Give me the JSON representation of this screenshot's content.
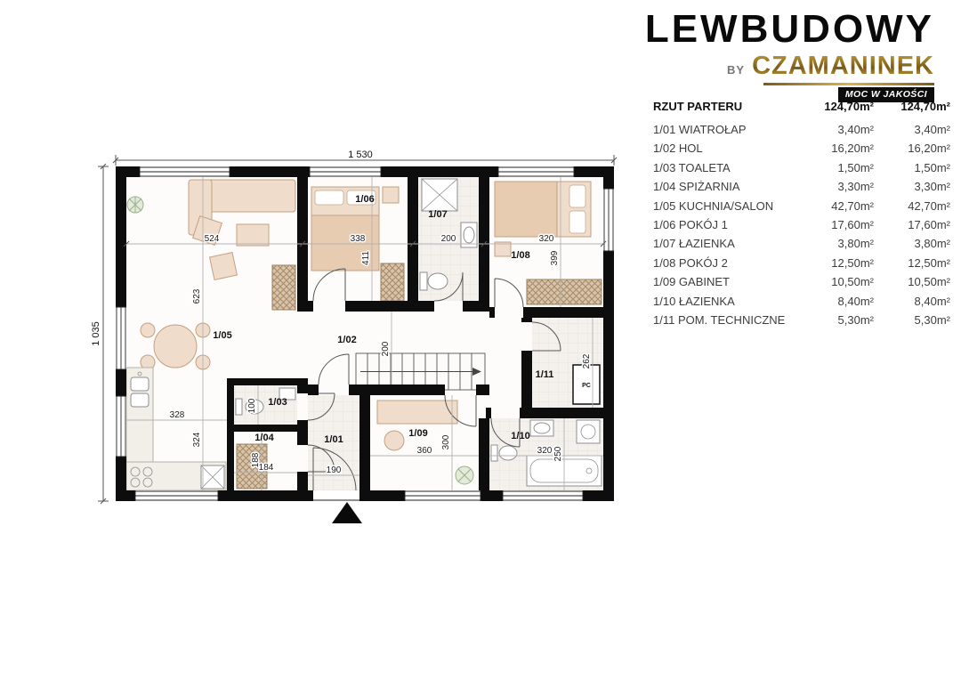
{
  "logo": {
    "title": "LEWBUDOWY",
    "by_label": "BY",
    "brand": "CZAMANINEK",
    "tagline": "MOC W JAKOŚCI",
    "gold": "#b08d2e"
  },
  "legend": {
    "title": "RZUT PARTERU",
    "total_area_col1": "124,70m²",
    "total_area_col2": "124,70m²",
    "rows": [
      {
        "name": "1/01 WIATROŁAP",
        "area1": "3,40m²",
        "area2": "3,40m²"
      },
      {
        "name": "1/02 HOL",
        "area1": "16,20m²",
        "area2": "16,20m²"
      },
      {
        "name": "1/03 TOALETA",
        "area1": "1,50m²",
        "area2": "1,50m²"
      },
      {
        "name": "1/04 SPIŻARNIA",
        "area1": "3,30m²",
        "area2": "3,30m²"
      },
      {
        "name": "1/05 KUCHNIA/SALON",
        "area1": "42,70m²",
        "area2": "42,70m²"
      },
      {
        "name": "1/06 POKÓJ 1",
        "area1": "17,60m²",
        "area2": "17,60m²"
      },
      {
        "name": "1/07 ŁAZIENKA",
        "area1": "3,80m²",
        "area2": "3,80m²"
      },
      {
        "name": "1/08 POKÓJ 2",
        "area1": "12,50m²",
        "area2": "12,50m²"
      },
      {
        "name": "1/09 GABINET",
        "area1": "10,50m²",
        "area2": "10,50m²"
      },
      {
        "name": "1/10 ŁAZIENKA",
        "area1": "8,40m²",
        "area2": "8,40m²"
      },
      {
        "name": "1/11 POM. TECHNICZNE",
        "area1": "5,30m²",
        "area2": "5,30m²"
      }
    ]
  },
  "plan": {
    "overall": {
      "width": "1 530",
      "height": "1 035"
    },
    "room_labels": {
      "r101": "1/01",
      "r102": "1/02",
      "r103": "1/03",
      "r104": "1/04",
      "r105": "1/05",
      "r106": "1/06",
      "r107": "1/07",
      "r108": "1/08",
      "r109": "1/09",
      "r110": "1/10",
      "r111": "1/11"
    },
    "dims": {
      "salon_w": "524",
      "salon_h": "623",
      "kitchen_w": "328",
      "kitchen_h": "324",
      "pokoj1_w": "338",
      "pokoj1_h": "411",
      "lazienka1_w": "200",
      "pokoj2_w": "320",
      "pokoj2_h": "399",
      "hol_h": "200",
      "tech_h": "262",
      "toaleta_h": "100",
      "spizarnia_h": "188",
      "spizarnia_w": "184",
      "wiatrolap_w": "190",
      "gabinet_w": "360",
      "gabinet_h": "300",
      "lazienka2_w": "320",
      "lazienka2_h": "250"
    },
    "equipment": {
      "boiler": "PC"
    }
  }
}
